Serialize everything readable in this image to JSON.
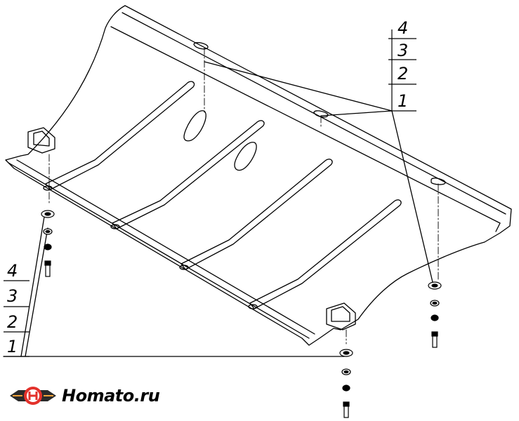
{
  "callouts": {
    "right": [
      "4",
      "3",
      "2",
      "1"
    ],
    "left": [
      "4",
      "3",
      "2",
      "1"
    ]
  },
  "logo": {
    "text": "Homato.ru",
    "icon": "hm-emblem-icon",
    "colors": {
      "primary": "#e3312b",
      "dark": "#2b2b2b",
      "accent": "#f0a23a"
    }
  }
}
